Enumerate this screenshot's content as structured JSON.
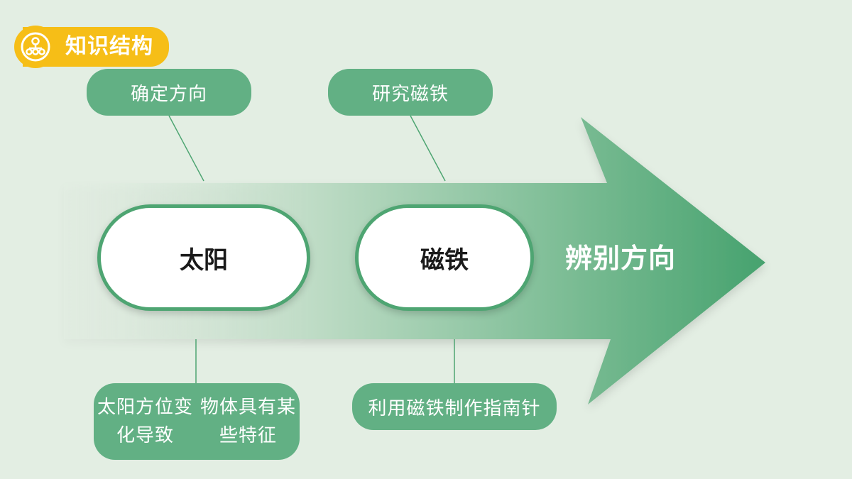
{
  "header": {
    "badge_label": "知识结构",
    "badge_icon": "hierarchy-icon"
  },
  "arrow": {
    "label": "辨别方向"
  },
  "nodes": [
    {
      "label": "太阳",
      "top_note": "确定方向",
      "bottom_note_lines": [
        "太阳方位变化导致",
        "物体具有某些特征"
      ]
    },
    {
      "label": "磁铁",
      "top_note": "研究磁铁",
      "bottom_note": "利用磁铁制作指南针"
    }
  ],
  "colors": {
    "background": "#e3eee3",
    "badge": "#f6be17",
    "pill": "#62b084",
    "arrow_dark": "#46a26e",
    "oval_border": "#4ea572"
  }
}
